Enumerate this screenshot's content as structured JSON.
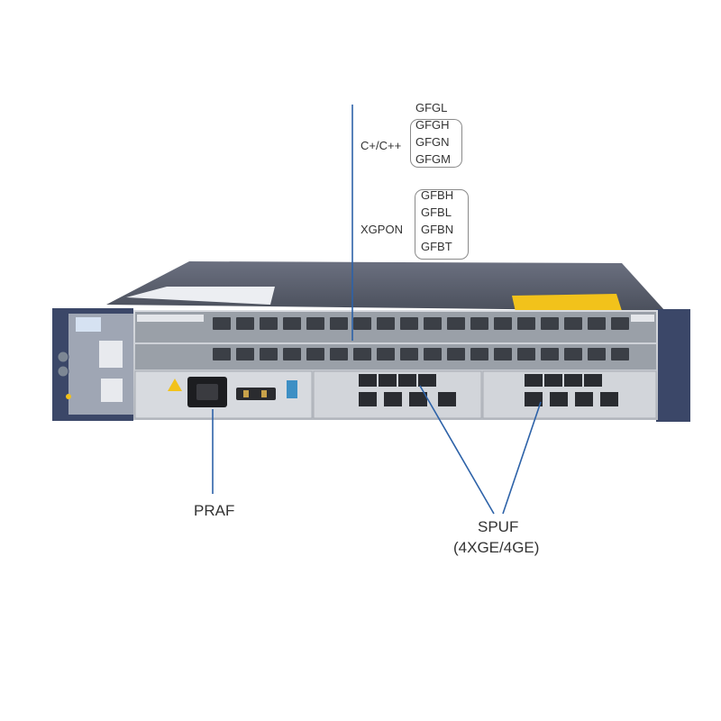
{
  "callouts": {
    "cpp_group": {
      "label": "C+/C++",
      "boards": [
        "GFGL",
        "GFGH",
        "GFGN",
        "GFGM"
      ]
    },
    "xgpon_group": {
      "label": "XGPON",
      "boards": [
        "GFBH",
        "GFBL",
        "GFBN",
        "GFBT"
      ]
    },
    "power_board": "PRAF",
    "control_board": {
      "name": "SPUF",
      "ports": "(4XGE/4GE)"
    }
  },
  "colors": {
    "leader_line": "#2d62a8",
    "chassis_front": "#c9ccd1",
    "chassis_top": "#5a5f6b",
    "mount_ear": "#3b4768",
    "warning_label": "#f2c21b",
    "text": "#333333"
  }
}
